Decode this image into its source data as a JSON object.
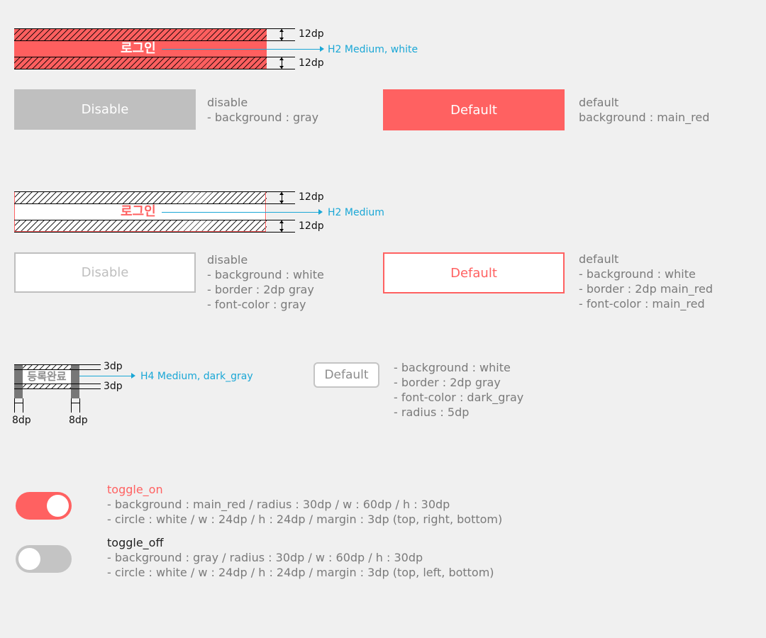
{
  "colors": {
    "main_red": "#ff6161",
    "gray": "#bfbfbf",
    "dark_gray": "#8c8c8c",
    "annotation_blue": "#1aa7d6",
    "background": "#f0f0f0"
  },
  "spec1": {
    "label": "로그인",
    "dim_top": "12dp",
    "dim_bottom": "12dp",
    "callout": "H2 Medium, white"
  },
  "filled_disable": {
    "label": "Disable",
    "desc": [
      "disable",
      "- background : gray"
    ]
  },
  "filled_default": {
    "label": "Default",
    "desc": [
      "default",
      "background : main_red"
    ]
  },
  "spec2": {
    "label": "로그인",
    "dim_top": "12dp",
    "dim_bottom": "12dp",
    "callout": "H2 Medium"
  },
  "outline_disable": {
    "label": "Disable",
    "desc": [
      "disable",
      "- background : white",
      "- border : 2dp gray",
      "- font-color : gray"
    ]
  },
  "outline_default": {
    "label": "Default",
    "desc": [
      "default",
      "- background : white",
      "- border : 2dp main_red",
      "- font-color : main_red"
    ]
  },
  "spec3": {
    "label": "등록완료",
    "dim_top": "3dp",
    "dim_bottom": "3dp",
    "dim_left": "8dp",
    "dim_right": "8dp",
    "callout": "H4 Medium, dark_gray"
  },
  "small_default": {
    "label": "Default",
    "desc": [
      "- background : white",
      "- border : 2dp gray",
      "- font-color : dark_gray",
      "- radius : 5dp"
    ]
  },
  "toggle_on": {
    "title": "toggle_on",
    "desc": [
      "- background : main_red / radius : 30dp / w : 60dp / h : 30dp",
      "- circle : white / w : 24dp / h : 24dp / margin : 3dp (top, right, bottom)"
    ]
  },
  "toggle_off": {
    "title": "toggle_off",
    "desc": [
      "- background : gray / radius : 30dp / w : 60dp / h : 30dp",
      "- circle : white / w : 24dp / h : 24dp / margin : 3dp (top, left, bottom)"
    ]
  }
}
